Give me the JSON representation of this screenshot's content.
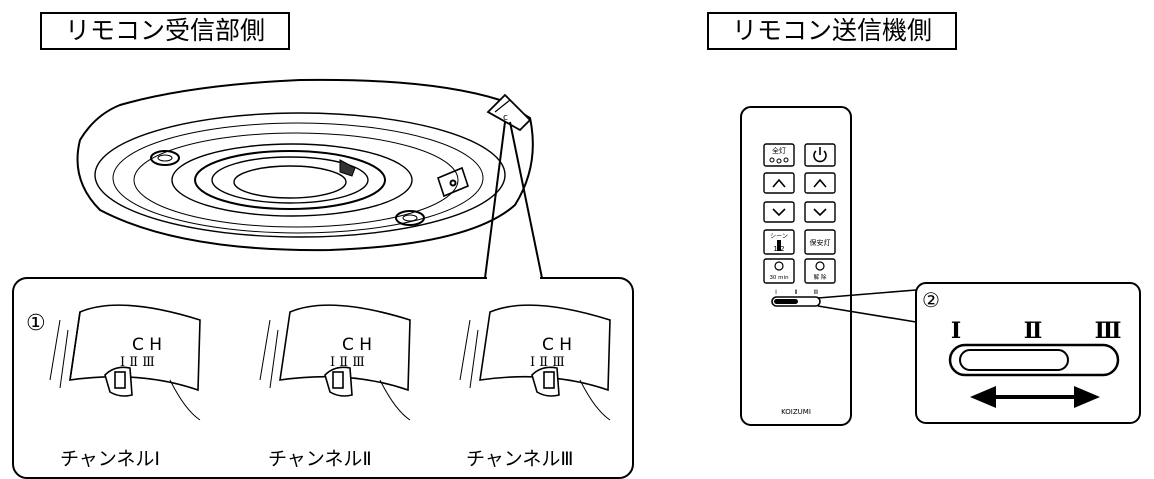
{
  "receiver": {
    "title": "リモコン受信部側",
    "marker": "①",
    "channel_letters": "C H",
    "channels": [
      {
        "label": "チャンネルⅠ",
        "numerals": "Ⅰ Ⅱ Ⅲ"
      },
      {
        "label": "チャンネルⅡ",
        "numerals": "Ⅰ Ⅱ Ⅲ"
      },
      {
        "label": "チャンネルⅢ",
        "numerals": "Ⅰ Ⅱ Ⅲ"
      }
    ]
  },
  "transmitter": {
    "title": "リモコン送信機側",
    "marker": "②",
    "brand": "KOIZUMI",
    "buttons": {
      "all_light": "全灯",
      "power_symbol": "⏻",
      "up": "^",
      "down": "v",
      "scene_top": "シーン",
      "scene_bottom": "1 2",
      "night_light": "保安灯",
      "timer_30": "30 min",
      "timer_cancel": "解 除"
    },
    "switch_positions": [
      "Ⅰ",
      "Ⅱ",
      "Ⅲ"
    ],
    "switch_positions_small": [
      "Ⅰ",
      "Ⅱ",
      "Ⅲ"
    ]
  }
}
